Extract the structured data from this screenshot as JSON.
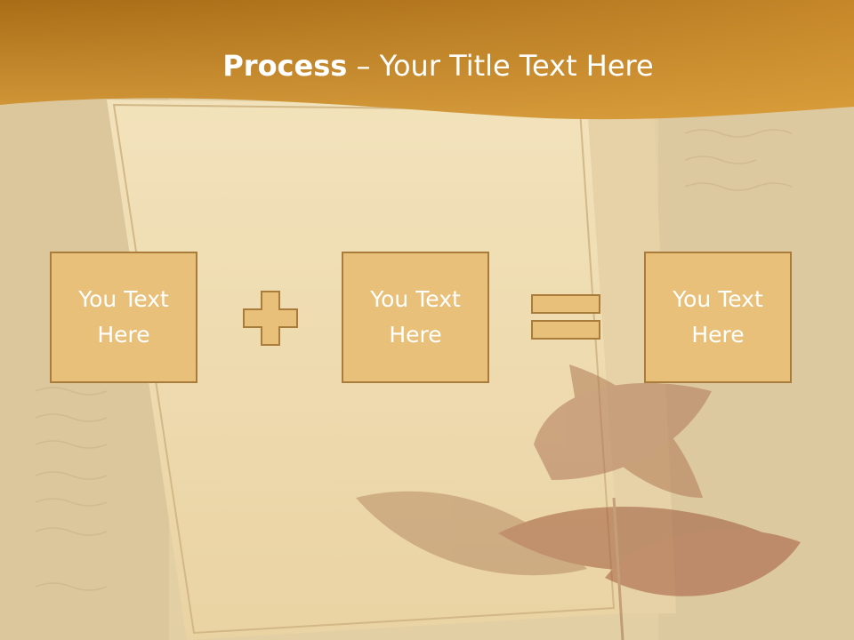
{
  "slide": {
    "title_bold": "Process",
    "title_rest": " – Your Title Text Here",
    "boxes": [
      {
        "text": "You Text Here"
      },
      {
        "text": "You Text Here"
      },
      {
        "text": "You Text Here"
      }
    ],
    "operators": [
      "plus-icon",
      "equals-icon"
    ]
  },
  "colors": {
    "header": "#b4761e",
    "box_fill": "#e8c079",
    "box_border": "#a97c3b",
    "text": "#ffffff",
    "background": "#e8d6ab"
  }
}
